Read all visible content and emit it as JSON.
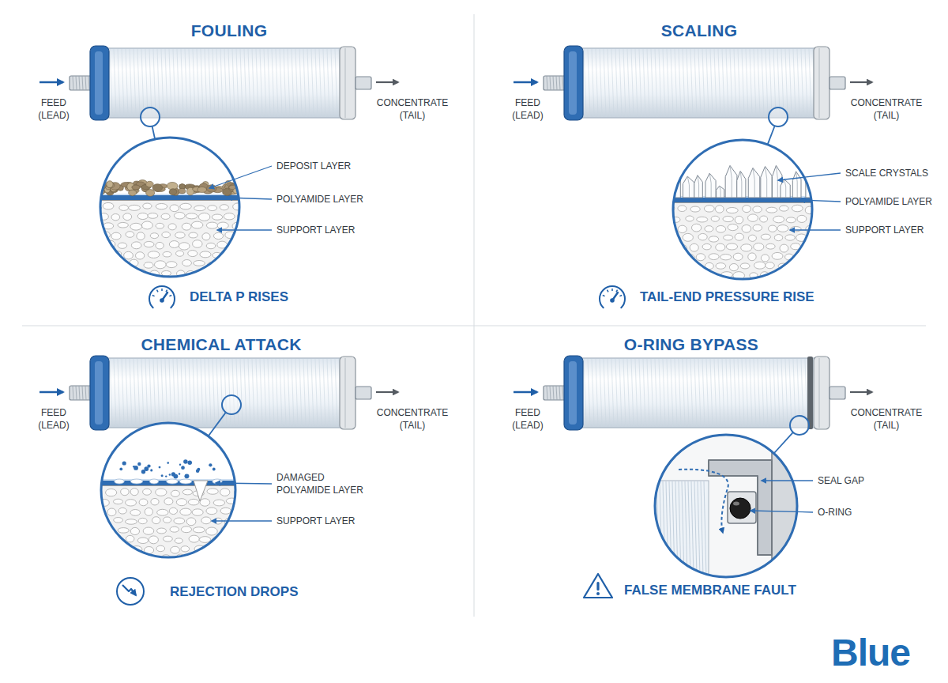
{
  "diagram": {
    "nodes": [
      {
        "text": [
          "FOULING",
          "DELTA P RISES"
        ]
      },
      {
        "text": [
          "SCALING",
          "TAIL-END PRESSURE RISE"
        ]
      },
      {
        "text": [
          "CHEMICAL ATTACK",
          "REJECTION DROPS"
        ]
      },
      {
        "text": [
          "O-RING BYPASS",
          "FALSE MEMBRANE FAULT"
        ]
      }
    ],
    "labels": [
      "FEED (LEAD)",
      "CONCENTRATE (TAIL)",
      "DEPOSIT LAYER",
      "POLYAMIDE LAYER",
      "SUPPORT LAYER",
      "FEED (LEAD)",
      "CONCENTRATE (TAIL)",
      "SCALE CRYSTALS",
      "POLYAMIDE LAYER",
      "SUPPORT LAYER",
      "FEED (LEAD)",
      "CONCENTRATE (TAIL)",
      "DAMAGED POLYAMIDE LAYER",
      "SUPPORT LAYER",
      "FEED (LEAD)",
      "CONCENTRATE (TAIL)",
      "SEAL GAP",
      "O-RING",
      "Blue"
    ]
  }
}
